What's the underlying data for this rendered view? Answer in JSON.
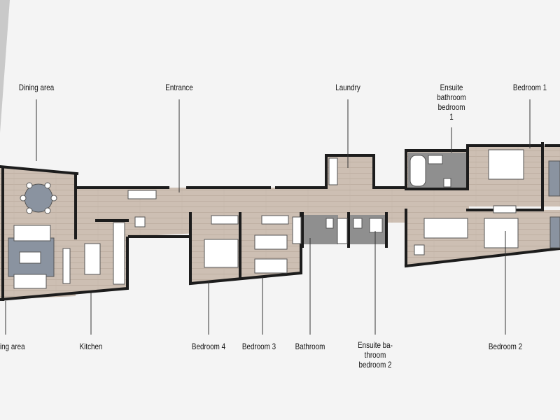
{
  "labels": {
    "dining_area": "Dining area",
    "entrance": "Entrance",
    "laundry": "Laundry",
    "ensuite_bathroom_bedroom_1": "Ensuite\nbathroom\nbedroom\n1",
    "bedroom_1": "Bedroom 1",
    "living_area": "ing area",
    "kitchen": "Kitchen",
    "bedroom_4": "Bedroom 4",
    "bedroom_3": "Bedroom 3",
    "bathroom": "Bathroom",
    "ensuite_bathroom_bedroom_2": "Ensuite ba-\nthroom\nbedroom 2",
    "bedroom_2": "Bedroom 2"
  },
  "colors": {
    "background": "#f4f4f4",
    "floor": "#cdbfb3",
    "wall": "#1c1c1c",
    "wet_room": "#8f8f8f",
    "furniture": "#ffffff",
    "rug": "#8a93a0"
  }
}
